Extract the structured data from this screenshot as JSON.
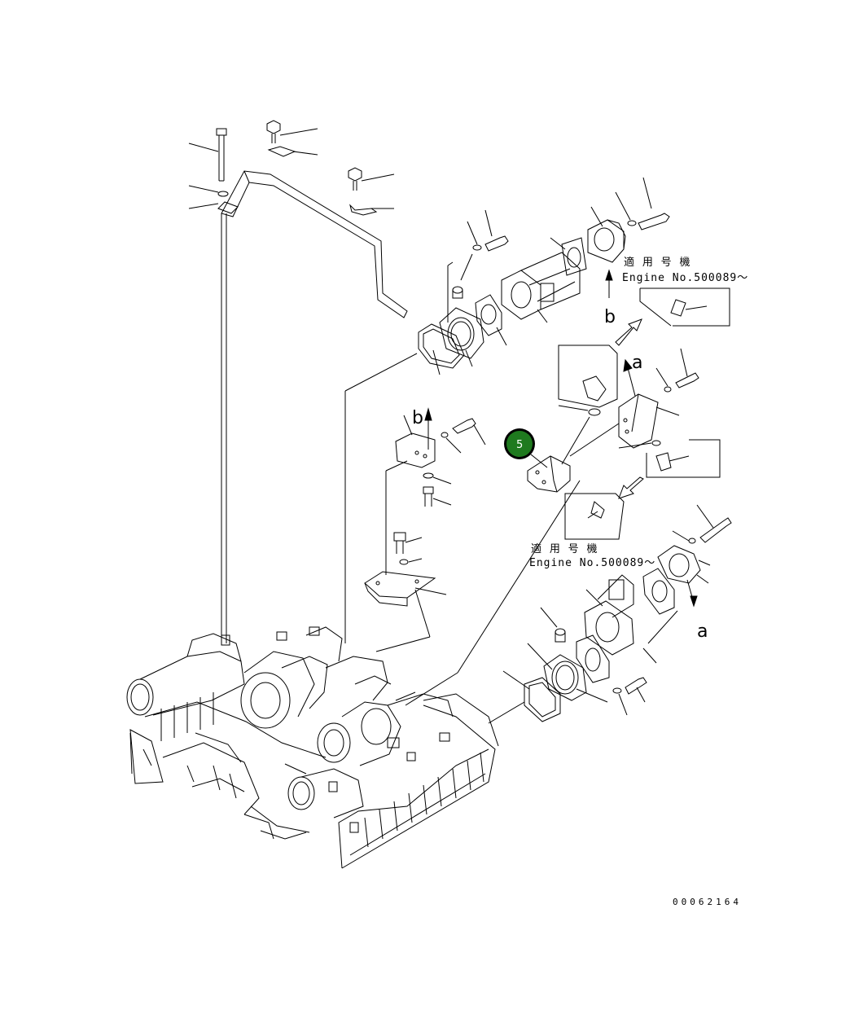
{
  "callouts": {
    "upper": {
      "line1": "適 用 号 機",
      "line2": "Engine No.500089～"
    },
    "lower": {
      "line1": "適 用 号 機",
      "line2": "Engine No.500089～"
    }
  },
  "view_letters": {
    "a_top": "a",
    "b_top": "b",
    "b_mid": "b",
    "a_bottom": "a"
  },
  "part_badge": {
    "number": "5",
    "color": "#1f7a1f"
  },
  "document_number": "00062164"
}
